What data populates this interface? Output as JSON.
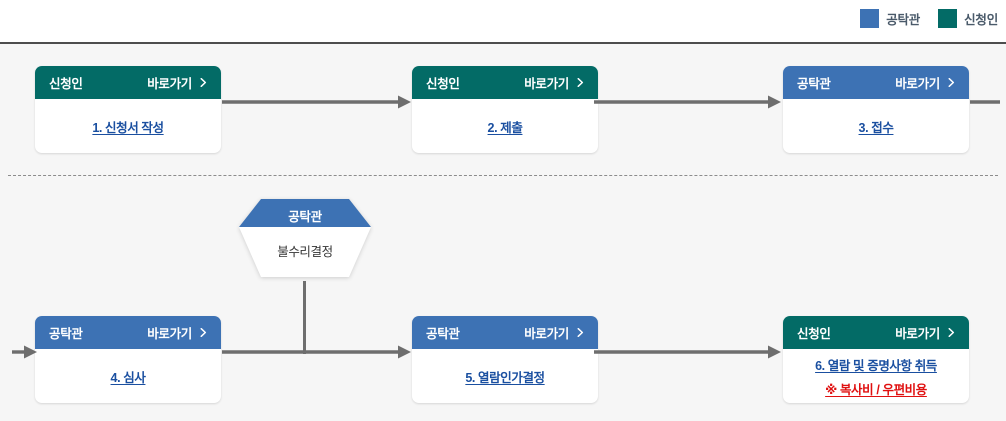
{
  "legend": {
    "items": [
      {
        "label": "공탁관",
        "color": "#3d72b4",
        "icon": "blue-square-swatch"
      },
      {
        "label": "신청인",
        "color": "#036b66",
        "icon": "teal-square-swatch"
      }
    ]
  },
  "link_label": "바로가기",
  "steps": [
    {
      "role": "신청인",
      "role_type": "teal",
      "lines": [
        {
          "text": "1. 신청서 작성",
          "style": "link"
        }
      ]
    },
    {
      "role": "신청인",
      "role_type": "teal",
      "lines": [
        {
          "text": "2. 제출",
          "style": "link"
        }
      ]
    },
    {
      "role": "공탁관",
      "role_type": "blue",
      "lines": [
        {
          "text": "3. 접수",
          "style": "link"
        }
      ]
    },
    {
      "role": "공탁관",
      "role_type": "blue",
      "lines": [
        {
          "text": "4. 심사",
          "style": "link"
        }
      ]
    },
    {
      "role": "공탁관",
      "role_type": "blue",
      "lines": [
        {
          "text": "5. 열람인가결정",
          "style": "link"
        }
      ]
    },
    {
      "role": "신청인",
      "role_type": "teal",
      "lines": [
        {
          "text": "6. 열람 및 증명사항 취득",
          "style": "link"
        },
        {
          "text": "※ 복사비 / 우편비용",
          "style": "note"
        }
      ]
    }
  ],
  "branch": {
    "role": "공탁관",
    "role_type": "blue",
    "text": "불수리결정"
  },
  "colors": {
    "teal": "#036b66",
    "blue": "#3d72b4",
    "link": "#1a4fa0",
    "note": "#e01010",
    "arrow": "#6e6e6e",
    "background": "#f6f6f6",
    "top_border": "#4d4d4d"
  }
}
